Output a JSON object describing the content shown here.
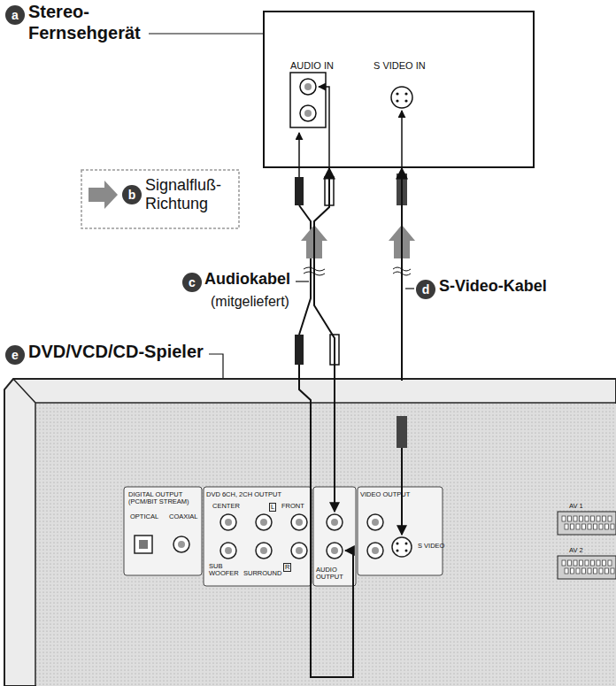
{
  "diagram": {
    "nodes": [
      {
        "text": [
          "AUDIO IN",
          "S VIDEO IN"
        ]
      },
      {
        "text": [
          "DIGITAL OUTPUT (PCM/BIT STREAM)",
          "OPTICAL",
          "COAXIAL",
          "DVD 6CH, 2CH OUTPUT",
          "CENTER",
          "L",
          "FRONT",
          "R",
          "SUB WOOFER",
          "SURROUND",
          "AUDIO OUTPUT",
          "VIDEO OUTPUT",
          "S VIDEO",
          "AV 1",
          "AV 2"
        ]
      }
    ],
    "edges": [
      {
        "from": 1,
        "to": 0,
        "arrow": "to"
      },
      {
        "from": 1,
        "to": 0,
        "arrow": "to"
      }
    ],
    "labels": [
      "a",
      "Stereo-",
      "Fernsehgerät",
      "b",
      "c",
      "Audiokabel",
      "(mitgeliefert)",
      "d",
      "S-Video-Kabel",
      "e",
      "DVD/VCD/CD-Spieler"
    ],
    "legend": [
      {
        "text": "Signalfluß- Richtung"
      }
    ]
  }
}
